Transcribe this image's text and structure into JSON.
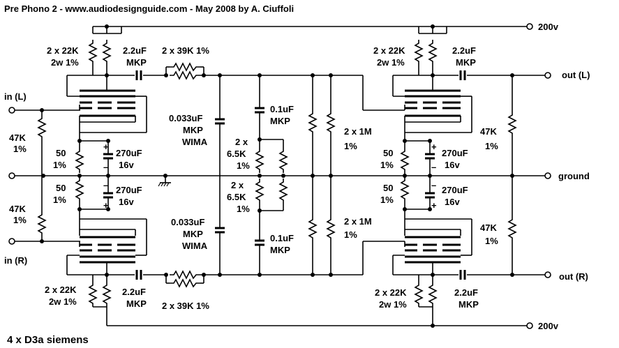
{
  "title": "Pre Phono 2 - www.audiodesignguide.com - May 2008 by A. Ciuffoli",
  "footer": "4 x D3a siemens",
  "terminals": {
    "supply_top": "200v",
    "supply_bottom": "200v",
    "out_left": "out (L)",
    "out_right": "out (R)",
    "ground": "ground",
    "in_left": "in (L)",
    "in_right": "in (R)"
  },
  "labels": {
    "plate_res_a": "2 x 22K",
    "plate_res_b": "2w 1%",
    "coupling_cap_a": "2.2uF",
    "coupling_cap_b": "MKP",
    "series_res": "2 x 39K 1%",
    "grid_res_a": "47K",
    "grid_res_b": "1%",
    "cath_res_a": "50",
    "cath_res_b": "1%",
    "cath_cap_a": "270uF",
    "cath_cap_b": "16v",
    "riaa_cap1_a": "0.033uF",
    "riaa_cap1_b": "MKP",
    "riaa_cap1_c": "WIMA",
    "riaa_cap2_a": "0.1uF",
    "riaa_cap2_b": "MKP",
    "riaa_res_a": "2 x",
    "riaa_res_b": "6.5K",
    "riaa_res_c": "1%",
    "grid_leak_a": "2 x 1M",
    "grid_leak_b": "1%",
    "out_res_a": "47K",
    "out_res_b": "1%",
    "plus": "+",
    "minus": "–"
  }
}
